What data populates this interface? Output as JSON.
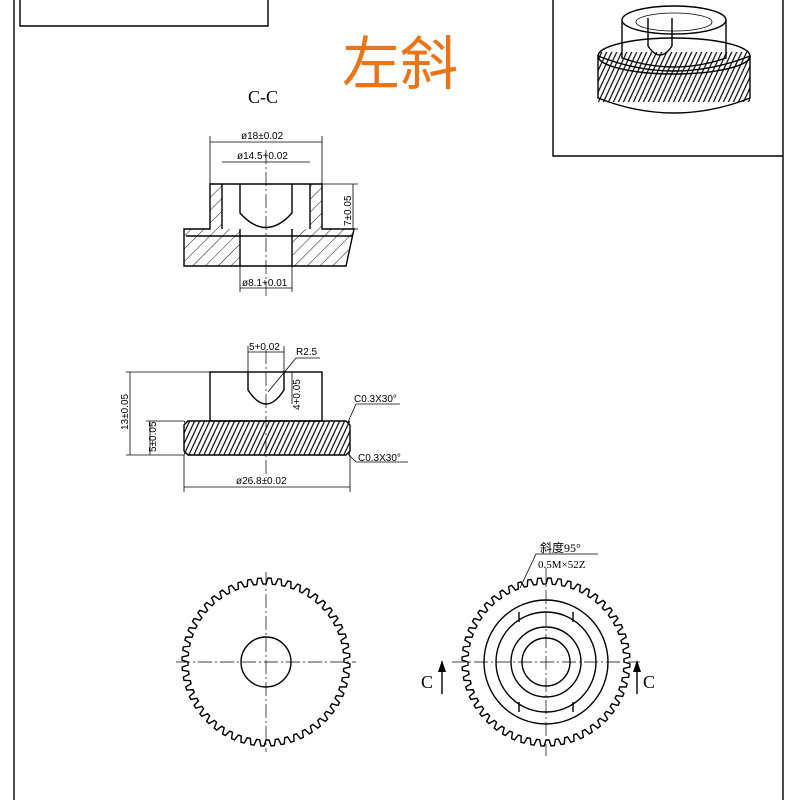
{
  "title": "左斜",
  "section_label": "C-C",
  "colors": {
    "title": "#e8751a",
    "line": "#000000"
  },
  "section_view": {
    "dim_outer": "ø18±0.02",
    "dim_inner": "ø14.5+0.02",
    "dim_height": "7±0.05",
    "dim_bore": "ø8.1+0.01"
  },
  "side_view": {
    "dim_slot": "5+0.02",
    "dim_radius": "R2.5",
    "dim_slot_depth": "4+0.05",
    "dim_total_height": "13±0.05",
    "dim_gear_height": "5±0.05",
    "dim_gear_diameter": "ø26.8±0.02",
    "chamfer_top": "C0.3X30°",
    "chamfer_bottom": "C0.3X30°"
  },
  "gear_spec": {
    "helix": "斜度95°",
    "module_teeth": "0.5M×52Z",
    "teeth": 52
  },
  "section_markers": {
    "left": "C",
    "right": "C"
  }
}
